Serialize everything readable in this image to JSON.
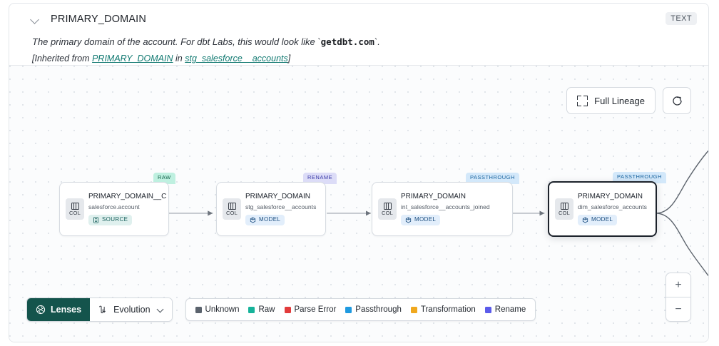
{
  "header": {
    "chevron_icon": "chevron-down-icon",
    "column_name": "PRIMARY_DOMAIN",
    "type_badge": "TEXT",
    "description_prefix": "The primary domain of the account. For dbt Labs, this would look like `",
    "description_code": "getdbt.com",
    "description_suffix": "`.",
    "inherited_prefix": "[Inherited from ",
    "inherited_link": "PRIMARY_DOMAIN",
    "inherited_middle": " in ",
    "inherited_source_link": "stg_salesforce__accounts",
    "inherited_suffix": "]"
  },
  "controls": {
    "full_lineage_label": "Full Lineage",
    "full_lineage_icon": "expand-frame-icon",
    "refresh_icon": "refresh-icon",
    "zoom_in_label": "+",
    "zoom_out_label": "−"
  },
  "lineage": {
    "nodes": [
      {
        "tag": "RAW",
        "tag_class": "tag-raw",
        "icon_label": "COL",
        "column": "PRIMARY_DOMAIN__C",
        "table": "salesforce.account",
        "kind": "SOURCE",
        "kind_class": "source",
        "selected": false
      },
      {
        "tag": "RENAME",
        "tag_class": "tag-rename",
        "icon_label": "COL",
        "column": "PRIMARY_DOMAIN",
        "table": "stg_salesforce__accounts",
        "kind": "MODEL",
        "kind_class": "model",
        "selected": false
      },
      {
        "tag": "PASSTHROUGH",
        "tag_class": "tag-passthrough",
        "icon_label": "COL",
        "column": "PRIMARY_DOMAIN",
        "table": "int_salesforce__accounts_joined",
        "kind": "MODEL",
        "kind_class": "model",
        "selected": false
      },
      {
        "tag": "PASSTHROUGH",
        "tag_class": "tag-passthrough",
        "icon_label": "COL",
        "column": "PRIMARY_DOMAIN",
        "table": "dim_salesforce_accounts",
        "kind": "MODEL",
        "kind_class": "model",
        "selected": true
      }
    ]
  },
  "toolbar": {
    "lenses_label": "Lenses",
    "lenses_icon": "aperture-icon",
    "evolution_label": "Evolution",
    "evolution_icon": "evolution-icon",
    "evolution_caret_icon": "chevron-down-icon"
  },
  "legend": {
    "items": [
      {
        "label": "Unknown",
        "color": "#5b636d"
      },
      {
        "label": "Raw",
        "color": "#16b39a"
      },
      {
        "label": "Parse Error",
        "color": "#e23b3b"
      },
      {
        "label": "Passthrough",
        "color": "#1f9ae0"
      },
      {
        "label": "Transformation",
        "color": "#f0a81e"
      },
      {
        "label": "Rename",
        "color": "#5b5bea"
      }
    ]
  }
}
